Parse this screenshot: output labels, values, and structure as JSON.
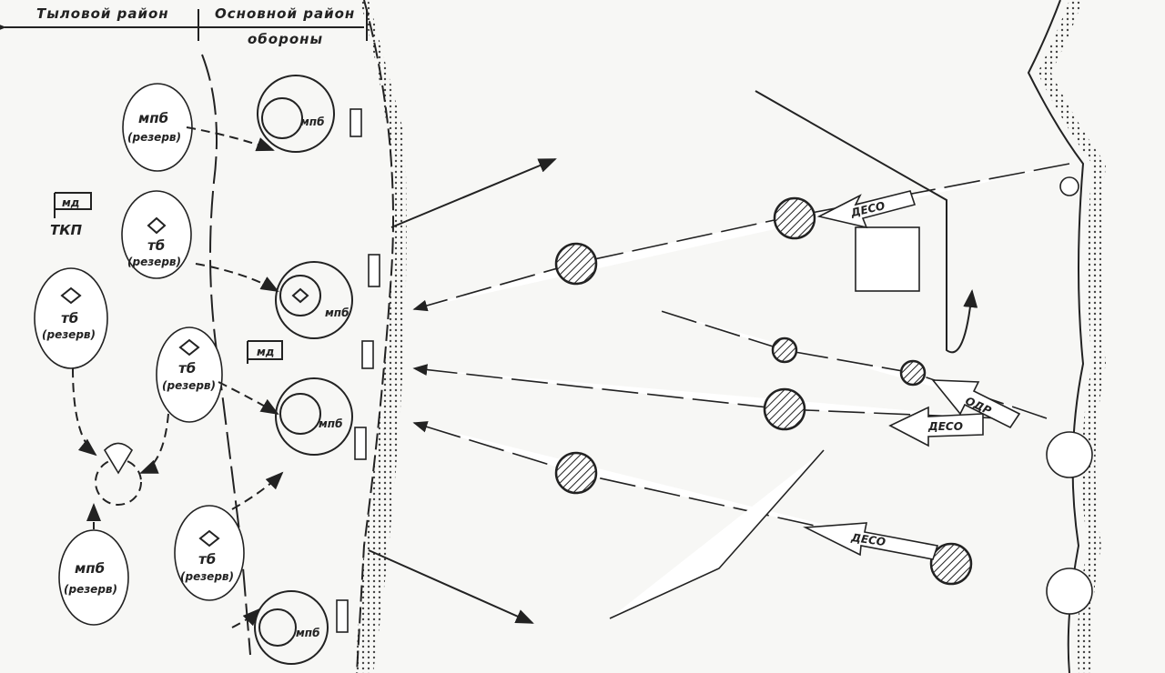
{
  "header": {
    "rear_area": "Тыловой район",
    "main_area_line1": "Основной район",
    "main_area_line2": "обороны"
  },
  "reserves": [
    {
      "unit": "мпб",
      "note": "(резерв)"
    },
    {
      "unit": "тб",
      "note": "(резерв)"
    },
    {
      "unit": "тб",
      "note": "(резерв)"
    },
    {
      "unit": "тб",
      "note": "(резерв)"
    },
    {
      "unit": "мпб",
      "note": "(резерв)"
    },
    {
      "unit": "тб",
      "note": "(резерв)"
    }
  ],
  "command_post": {
    "line1": "мд",
    "line2": "ТКП"
  },
  "forward_flag": "мд",
  "strongpoints": [
    "мпб",
    "мпб",
    "мпб",
    "мпб"
  ],
  "landing_arrows": [
    "ДЕСО",
    "ДЕСО",
    "ДЕСО"
  ],
  "odr_arrow": "ОДР"
}
